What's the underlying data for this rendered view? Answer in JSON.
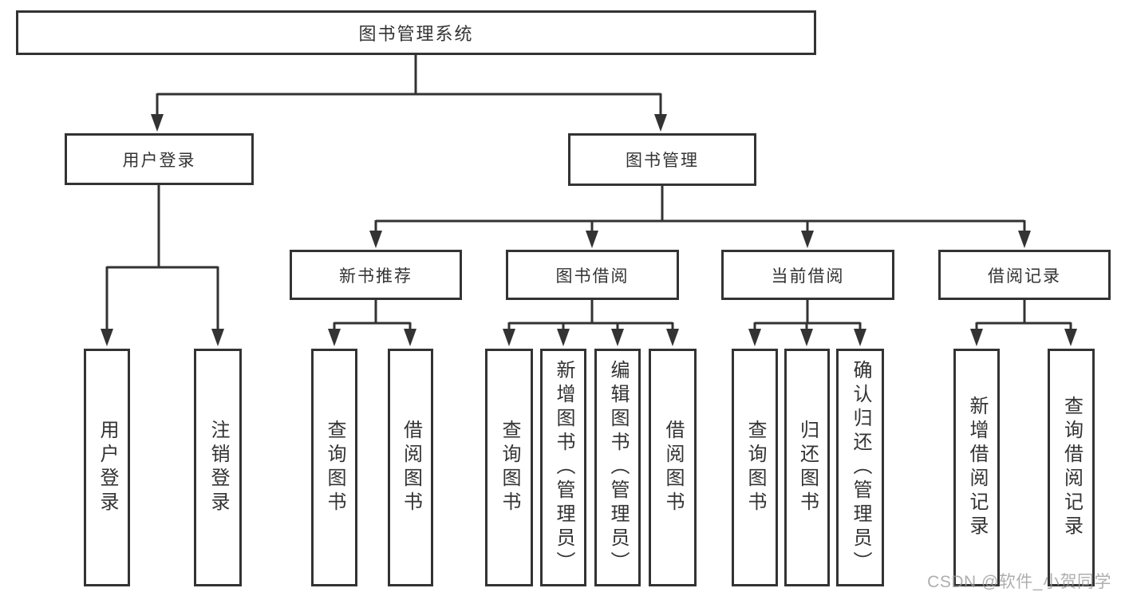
{
  "tree": {
    "root": "图书管理系统",
    "level2": [
      "用户登录",
      "图书管理"
    ],
    "level3": [
      "新书推荐",
      "图书借阅",
      "当前借阅",
      "借阅记录"
    ],
    "leaves": {
      "login": [
        "用户登录",
        "注销登录"
      ],
      "recommend": [
        "查询图书",
        "借阅图书"
      ],
      "borrow": [
        "查询图书",
        "新增图书（管理员）",
        "编辑图书（管理员）",
        "借阅图书"
      ],
      "current": [
        "查询图书",
        "归还图书",
        "确认归还（管理员）"
      ],
      "record": [
        "新增借阅记录",
        "查询借阅记录"
      ]
    }
  },
  "watermark": "CSDN @软件_小贺同学",
  "colors": {
    "line": "#333333",
    "text": "#333333",
    "box_fill": "#ffffff",
    "watermark": "#9b9b9b"
  }
}
